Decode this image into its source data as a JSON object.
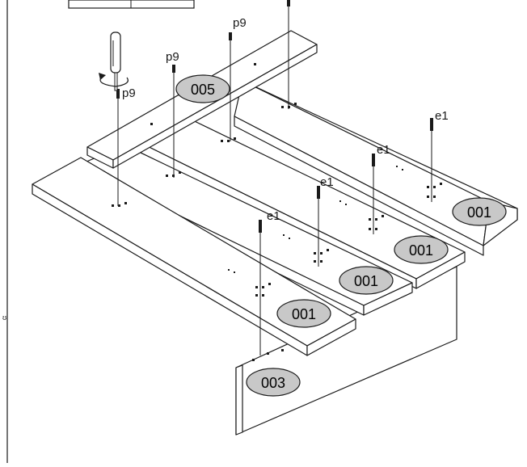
{
  "diagram": {
    "parts": {
      "board_a": "001",
      "board_b": "001",
      "board_c": "001",
      "board_d": "001",
      "crossbar": "005",
      "side_panel": "003"
    },
    "fasteners": {
      "p9_1": "p9",
      "p9_2": "p9",
      "p9_3": "p9",
      "e1_1": "e1",
      "e1_2": "e1",
      "e1_3": "e1",
      "e1_4": "e1"
    },
    "colors": {
      "line": "#1a1a1a",
      "part_badge_fill": "#c8c8c8",
      "background": "#ffffff"
    },
    "icons": [
      "screwdriver-icon",
      "rotation-arrow-icon"
    ]
  }
}
